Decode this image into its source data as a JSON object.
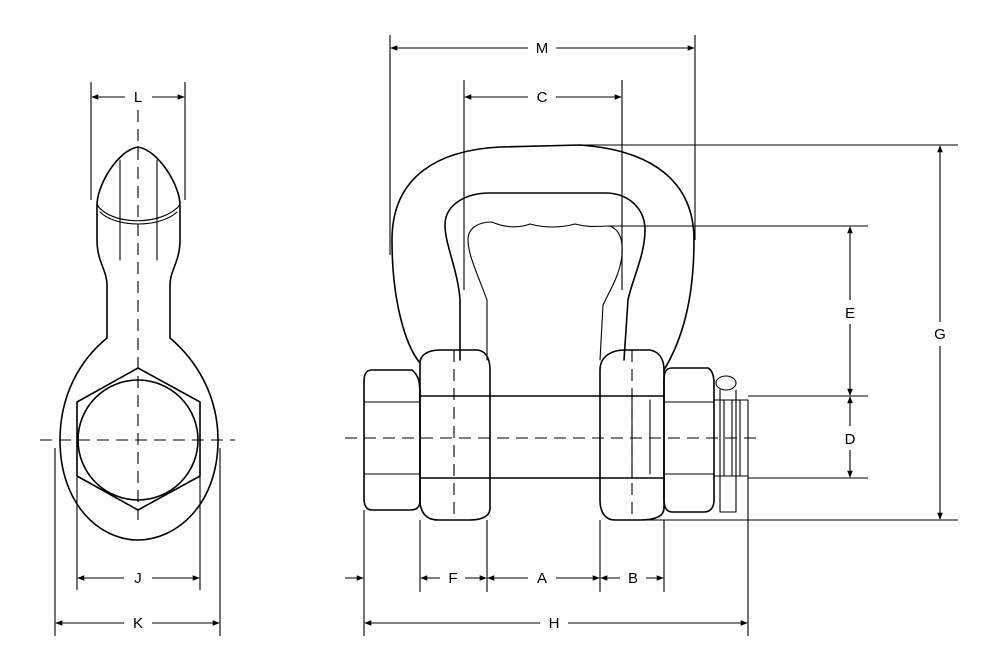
{
  "dimensions": {
    "A": "A",
    "B": "B",
    "C": "C",
    "D": "D",
    "E": "E",
    "F": "F",
    "G": "G",
    "H": "H",
    "J": "J",
    "K": "K",
    "L": "L",
    "M": "M"
  }
}
